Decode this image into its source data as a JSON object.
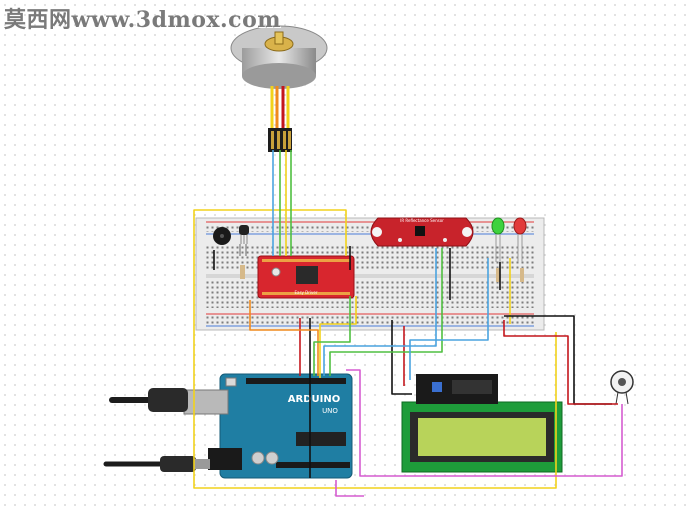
{
  "watermark": "莫西网www.3dmox.com",
  "arduino": {
    "brand": "ARDUINO",
    "model": "UNO"
  },
  "easydriver": {
    "label": "Easy Driver"
  },
  "sensor_board": {
    "label": "IR Reflectance Sensor"
  },
  "colors": {
    "breadboard": "#ececec",
    "arduino": "#1f7ea3",
    "easydriver": "#d8262e",
    "sensor_board": "#c8232b",
    "lcd_frame": "#1e9c3a",
    "lcd_screen": "#b8d35a",
    "i2c_backpack": "#1a1a1a",
    "wire_yellow": "#f2d21b",
    "wire_red": "#c4161c",
    "wire_black": "#111111",
    "wire_blue": "#4aa3df",
    "wire_green": "#4fbf40",
    "wire_orange": "#f08a1d",
    "wire_pink": "#d55bd0",
    "led_green": "#3ed23e",
    "led_red": "#e23a3a"
  }
}
